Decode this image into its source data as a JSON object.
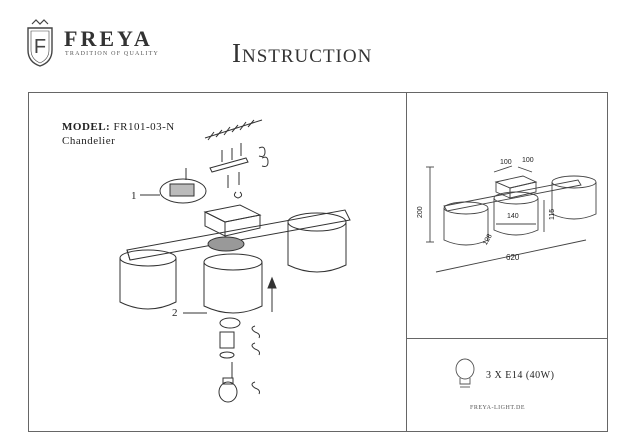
{
  "brand": {
    "name": "FREYA",
    "tagline": "TRADITION OF QUALITY",
    "monogram": "F"
  },
  "document": {
    "title": "Instruction"
  },
  "product": {
    "model_label": "MODEL:",
    "model_value": "FR101-03-N",
    "type": "Chandelier"
  },
  "callouts": {
    "one": "1",
    "two": "2"
  },
  "dimensions": {
    "mount_width": "100",
    "mount_depth": "100",
    "total_height": "200",
    "shade_width": "140",
    "shade_height": "115",
    "shade_diameter": "128",
    "total_length": "620"
  },
  "specs": {
    "bulb": "3 X E14 (40W)",
    "website": "FREYA-LIGHT.DE"
  },
  "colors": {
    "line": "#333333",
    "frame": "#666666",
    "text": "#222222"
  }
}
